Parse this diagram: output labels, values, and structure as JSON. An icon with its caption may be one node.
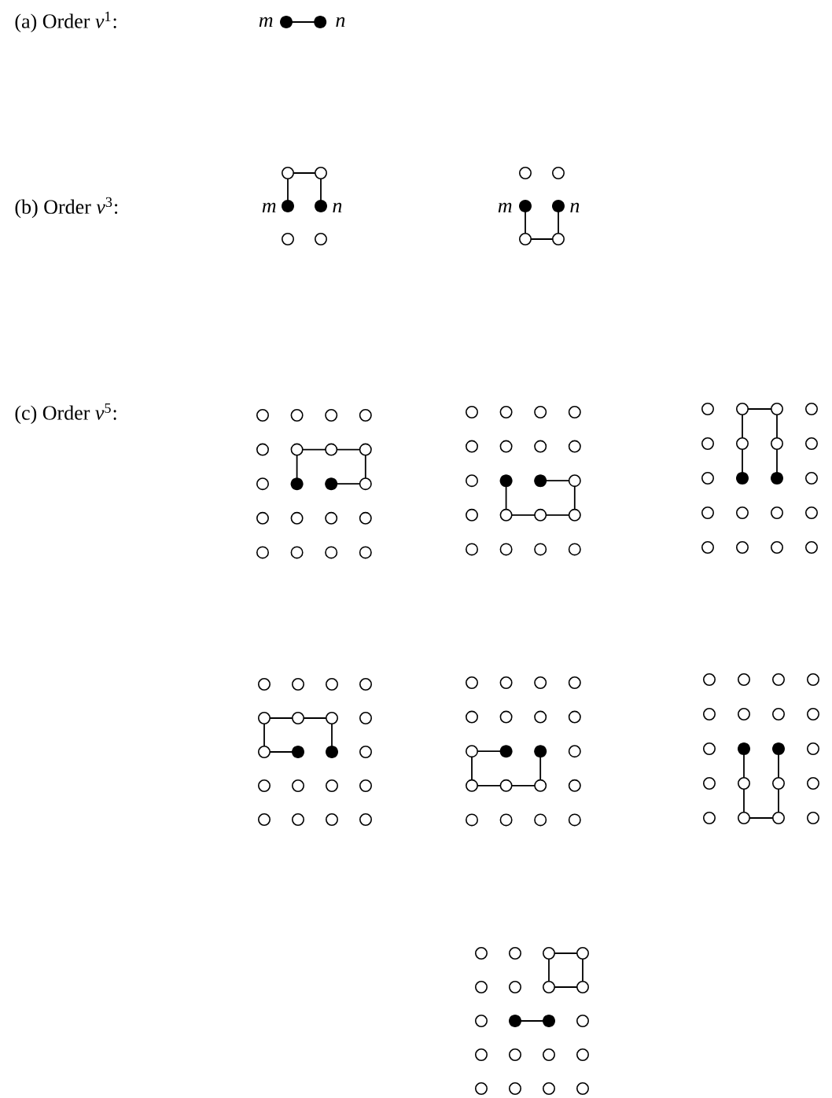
{
  "diagram": {
    "labels": [
      "(a) Order *v*$^{1}$:",
      "m",
      "n",
      "(b) Order *v*$^{3}$:",
      "m",
      "n",
      "m",
      "n",
      "(c) Order *v*$^{5}$:"
    ]
  }
}
